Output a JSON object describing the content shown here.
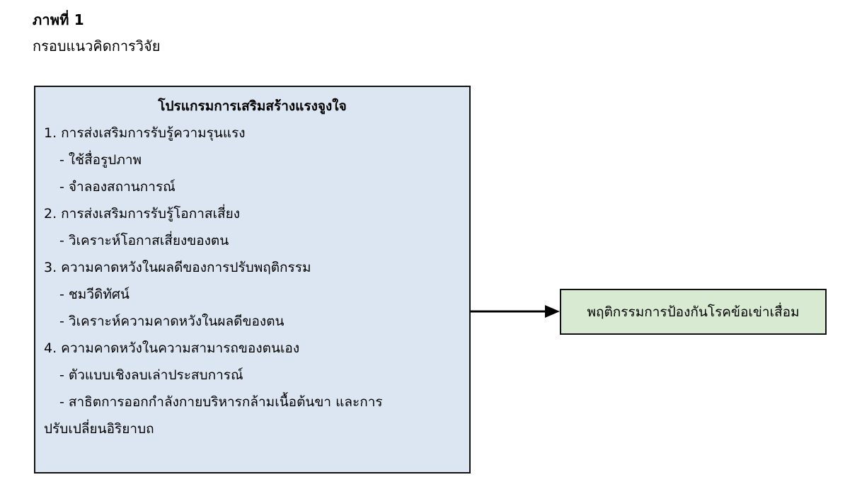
{
  "figure": {
    "label": "ภาพที่ 1",
    "title": "กรอบแนวคิดการวิจัย"
  },
  "diagram": {
    "type": "flowchart",
    "direction": "left-to-right",
    "connector_icon": "arrow-right-icon",
    "colors": {
      "intervention_fill": "#dce6f2",
      "intervention_border": "#111111",
      "outcome_fill": "#d9ead3",
      "outcome_border": "#111111",
      "arrow": "#000000",
      "text": "#000000",
      "background": "#ffffff"
    },
    "intervention": {
      "heading": "โปรแกรมการเสริมสร้างแรงจูงใจ",
      "items": [
        {
          "text": "1. การส่งเสริมการรับรู้ความรุนแรง",
          "level": "main"
        },
        {
          "text": "- ใช้สื่อรูปภาพ",
          "level": "sub"
        },
        {
          "text": "- จำลองสถานการณ์",
          "level": "sub"
        },
        {
          "text": "2. การส่งเสริมการรับรู้โอกาสเสี่ยง",
          "level": "main"
        },
        {
          "text": "- วิเคราะห์โอกาสเสี่ยงของตน",
          "level": "sub"
        },
        {
          "text": "3. ความคาดหวังในผลดีของการปรับพฤติกรรม",
          "level": "main"
        },
        {
          "text": "- ชมวีดิทัศน์",
          "level": "sub"
        },
        {
          "text": "- วิเคราะห์ความคาดหวังในผลดีของตน",
          "level": "sub"
        },
        {
          "text": "4. ความคาดหวังในความสามารถของตนเอง",
          "level": "main"
        },
        {
          "text": "- ตัวแบบเชิงลบเล่าประสบการณ์",
          "level": "sub"
        },
        {
          "text": "- สาธิตการออกกำลังกายบริหารกล้ามเนื้อต้นขา และการ",
          "level": "sub-wrap",
          "continuation": "ปรับเปลี่ยนอิริยาบถ"
        }
      ]
    },
    "outcome": {
      "label": "พฤติกรรมการป้องกันโรคข้อเข่าเสื่อม"
    }
  }
}
